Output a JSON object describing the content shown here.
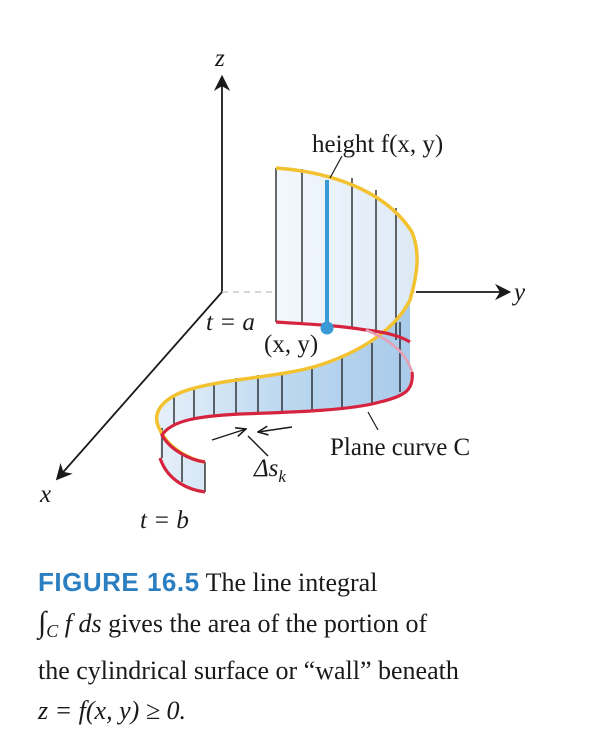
{
  "axes": {
    "z_label": "z",
    "y_label": "y",
    "x_label": "x"
  },
  "labels": {
    "height": "height f(x, y)",
    "t_a": "t = a",
    "point": "(x, y)",
    "plane_curve": "Plane curve C",
    "delta_s": "Δs",
    "delta_s_sub": "k",
    "t_b": "t = b"
  },
  "caption": {
    "figure_label": "FIGURE 16.5",
    "line1": "The line integral",
    "integral_sign": "∫",
    "integral_sub": "C",
    "integrand": "f ds",
    "line2_rest": "gives the area of the portion of",
    "line3": "the cylindrical surface or “wall” beneath",
    "line4": "z = f(x, y) ≥ 0."
  },
  "colors": {
    "top_curve": "#f2c230",
    "plane_curve": "#d6243f",
    "wall_fill": "#bcd8f0",
    "height_line": "#3a9ad6",
    "axis": "#1a1a1a"
  }
}
